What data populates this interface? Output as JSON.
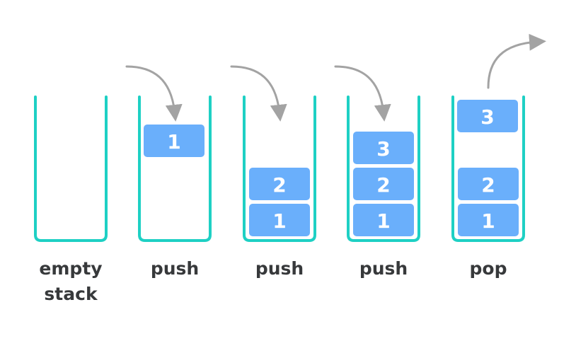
{
  "colors": {
    "container": "#1ed0c4",
    "block": "#6aaffb",
    "block_text": "#ffffff",
    "arrow": "#a3a3a3",
    "caption": "#37393b"
  },
  "stacks": [
    {
      "label": "empty\nstack",
      "blocks": [],
      "moving": null
    },
    {
      "label": "push",
      "blocks": [],
      "moving": {
        "value": "1",
        "direction": "in",
        "arrow_icon": "arrow-into-stack-icon"
      }
    },
    {
      "label": "push",
      "blocks": [
        "1",
        "2"
      ],
      "moving": null,
      "arrow_icon": "arrow-into-stack-icon"
    },
    {
      "label": "push",
      "blocks": [
        "1",
        "2",
        "3"
      ],
      "moving": null,
      "arrow_icon": "arrow-into-stack-icon"
    },
    {
      "label": "pop",
      "blocks": [
        "1",
        "2"
      ],
      "moving": {
        "value": "3",
        "direction": "out",
        "arrow_icon": "arrow-out-of-stack-icon"
      }
    }
  ]
}
